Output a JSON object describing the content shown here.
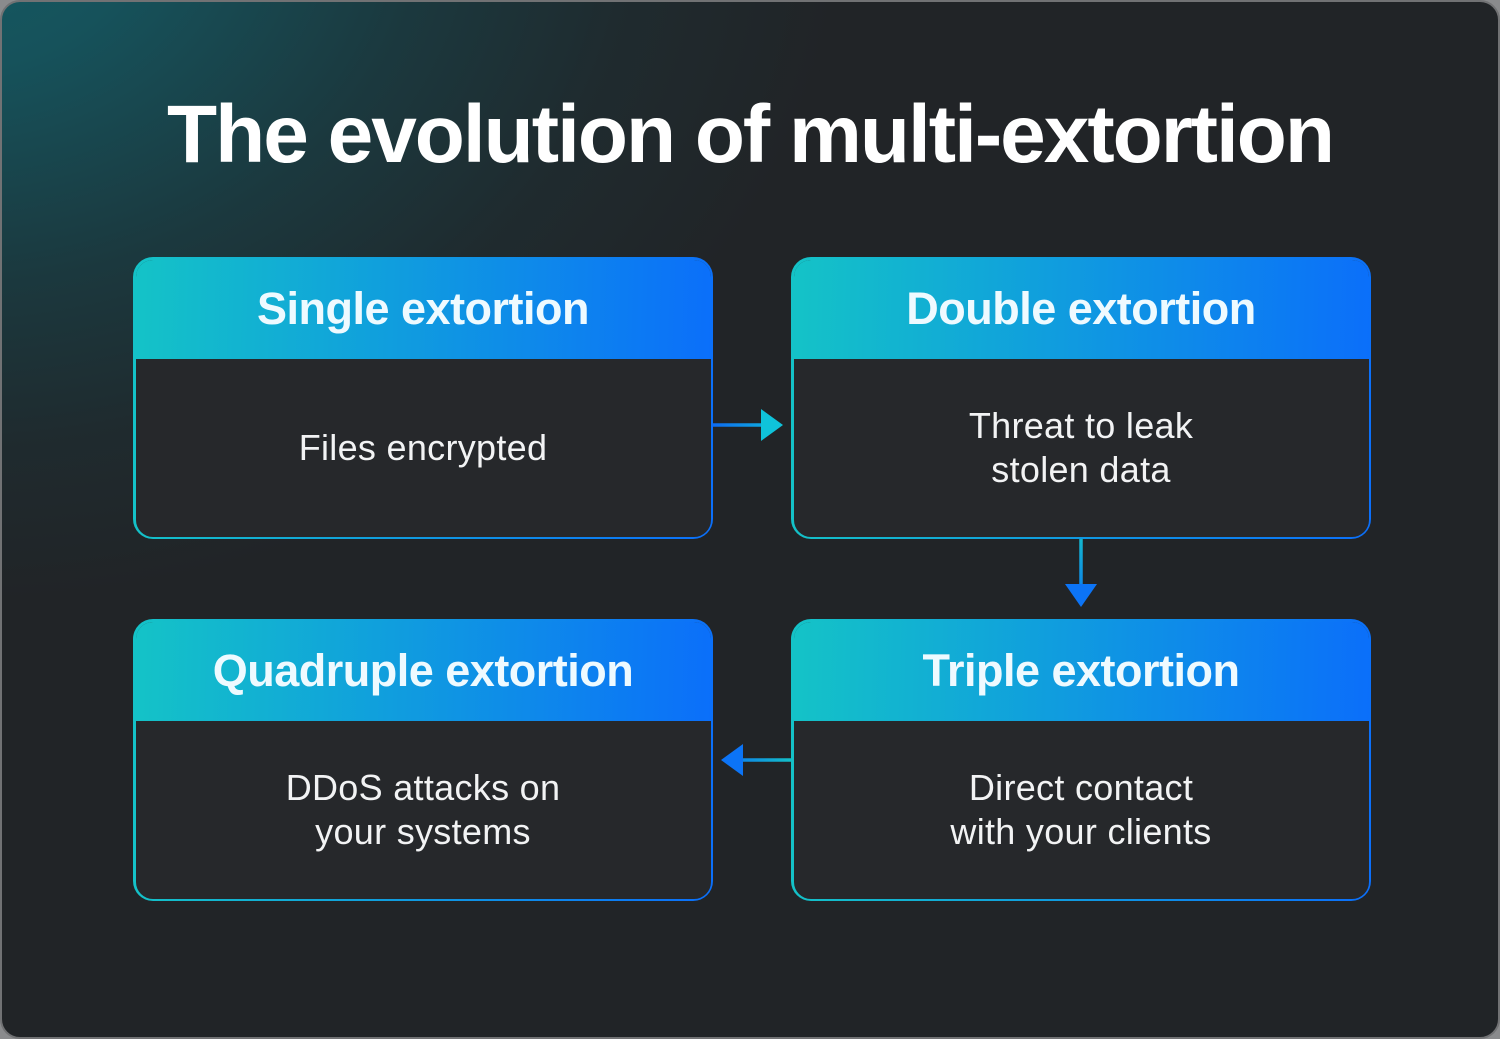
{
  "page": {
    "title": "The evolution of multi-extortion"
  },
  "cards": [
    {
      "key": "single-extortion",
      "title": "Single extortion",
      "body": "Files encrypted"
    },
    {
      "key": "double-extortion",
      "title": "Double extortion",
      "body": "Threat to leak\nstolen data"
    },
    {
      "key": "quadruple-extortion",
      "title": "Quadruple extortion",
      "body": "DDoS attacks on\nyour systems"
    },
    {
      "key": "triple-extortion",
      "title": "Triple extortion",
      "body": "Direct contact\nwith your clients"
    }
  ],
  "arrows": [
    {
      "name": "arrow-right",
      "from": "Single extortion",
      "to": "Double extortion"
    },
    {
      "name": "arrow-down",
      "from": "Double extortion",
      "to": "Triple extortion"
    },
    {
      "name": "arrow-left",
      "from": "Triple extortion",
      "to": "Quadruple extortion"
    }
  ],
  "colors": {
    "accent_teal": "#14c3c7",
    "accent_blue": "#0b6ffa",
    "canvas_dark": "#212427",
    "canvas_teal_glow": "#135b63",
    "card_body": "#26282b",
    "arrow_cyan": "#0fc3da",
    "arrow_blue": "#0c74f6",
    "title_text": "#ffffff",
    "header_text": "#eefaff",
    "body_text": "#f2f3f4"
  }
}
